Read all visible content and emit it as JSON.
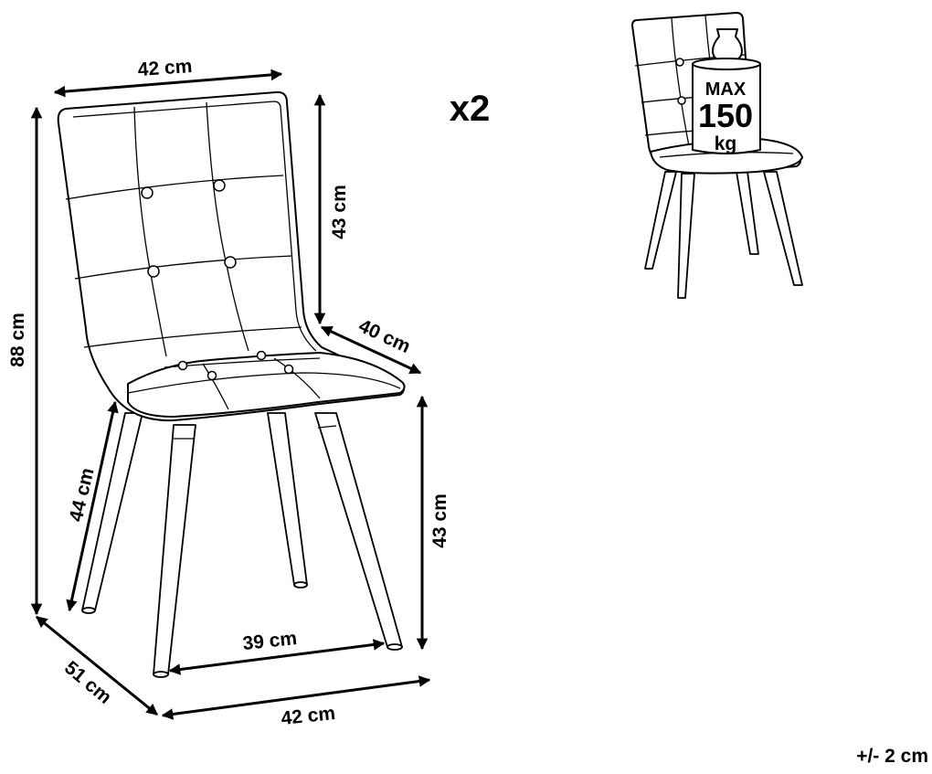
{
  "quantity": "x2",
  "tolerance": "+/- 2 cm",
  "dimensions": {
    "backrest_width": "42 cm",
    "backrest_height": "43 cm",
    "seat_depth": "40 cm",
    "total_height": "88 cm",
    "seat_height_front": "44 cm",
    "seat_height_side": "43 cm",
    "inner_leg_width": "39 cm",
    "base_width": "42 cm",
    "base_depth": "51 cm"
  },
  "load_badge": {
    "line1": "MAX",
    "line2": "150",
    "line3": "kg"
  }
}
